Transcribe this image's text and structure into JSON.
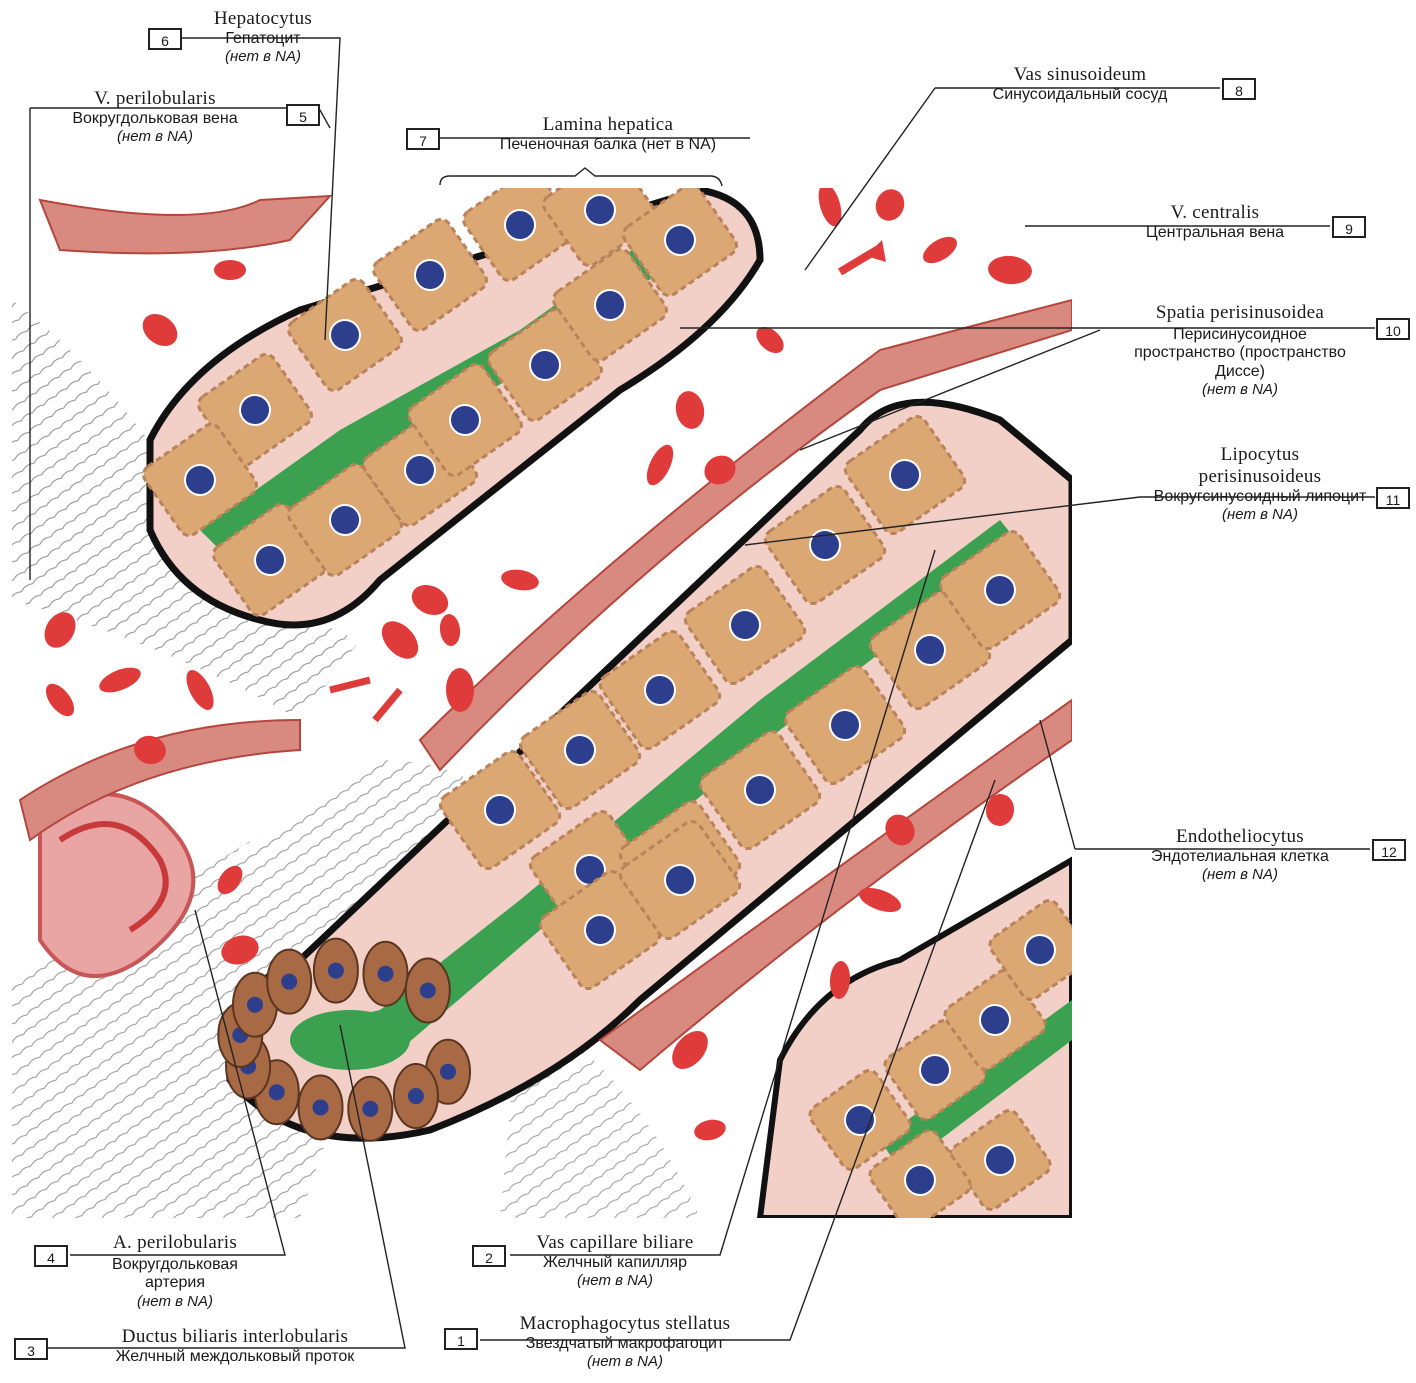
{
  "labels": [
    {
      "num": "1",
      "latin": "Macrophagocytus stellatus",
      "russian": "Звездчатый макрофагоцит",
      "note": "(нет в NA)"
    },
    {
      "num": "2",
      "latin": "Vas capillare biliare",
      "russian": "Желчный капилляр",
      "note": "(нет в NA)"
    },
    {
      "num": "3",
      "latin": "Ductus biliaris interlobularis",
      "russian": "Желчный междольковый проток",
      "note": ""
    },
    {
      "num": "4",
      "latin": "A. perilobularis",
      "russian": "Вокругдольковая артерия",
      "note": "(нет в NA)"
    },
    {
      "num": "5",
      "latin": "V. perilobularis",
      "russian": "Вокругдольковая вена",
      "note": "(нет в NA)"
    },
    {
      "num": "6",
      "latin": "Hepatocytus",
      "russian": "Гепатоцит",
      "note": "(нет в NA)"
    },
    {
      "num": "7",
      "latin": "Lamina hepatica",
      "russian": "Печеночная балка (нет в NA)",
      "note": ""
    },
    {
      "num": "8",
      "latin": "Vas sinusoideum",
      "russian": "Синусоидальный сосуд",
      "note": ""
    },
    {
      "num": "9",
      "latin": "V. centralis",
      "russian": "Центральная вена",
      "note": ""
    },
    {
      "num": "10",
      "latin": "Spatia perisinusoidea",
      "russian": "Перисинусоидное пространство (пространство Диссе)",
      "note": "(нет в NA)"
    },
    {
      "num": "11",
      "latin": "Lipocytus perisinusoideus",
      "russian": "Вокругсинусоидный липоцит",
      "note": "(нет в NA)"
    },
    {
      "num": "12",
      "latin": "Endotheliocytus",
      "russian": "Эндотелиальная клетка",
      "note": "(нет в NA)"
    }
  ],
  "colors": {
    "hepatocyte": "#dba873",
    "hepatocyte_dark": "#b9825a",
    "nucleus": "#2d3f8c",
    "bile_canaliculus": "#3ba050",
    "endothelium": "#d98a80",
    "blood_cell": "#e03b3b",
    "connective": "#b0b0b0",
    "duct_cell": "#a86a45",
    "basement": "#111111"
  }
}
